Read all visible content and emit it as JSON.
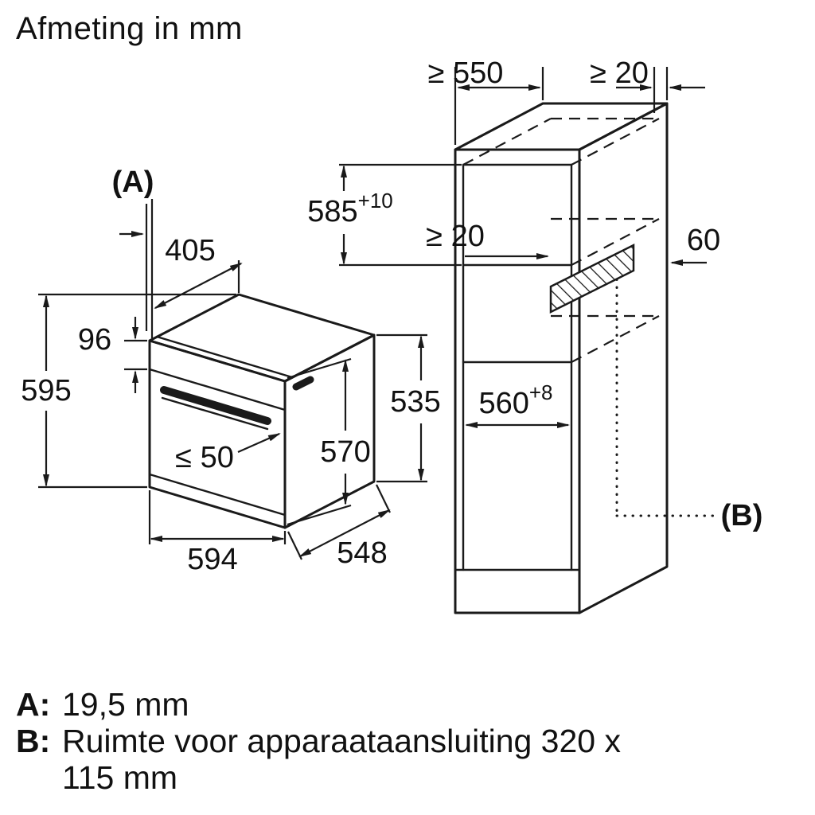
{
  "title": "Afmeting in mm",
  "colors": {
    "line": "#1a1a1a",
    "text": "#111111",
    "background": "#ffffff"
  },
  "oven": {
    "label": "(A)",
    "dim_top_depth": "405",
    "dim_panel_height": "96",
    "dim_height": "595",
    "dim_handle_clearance": "≤ 50",
    "dim_front_height": "570",
    "dim_body_height": "535",
    "dim_width": "594",
    "dim_depth": "548"
  },
  "cabinet": {
    "label": "(B)",
    "dim_min_depth": "≥ 550",
    "dim_top_clearance": "≥ 20",
    "dim_niche_height": "585",
    "dim_niche_height_tol": "+10",
    "dim_rear_clearance": "≥ 20",
    "dim_rear_offset": "60",
    "dim_niche_width": "560",
    "dim_niche_width_tol": "+8"
  },
  "legend": {
    "a_key": "A:",
    "a_value": "19,5 mm",
    "b_key": "B:",
    "b_value_line1": "Ruimte voor apparaataansluiting 320 x",
    "b_value_line2": "115 mm"
  }
}
